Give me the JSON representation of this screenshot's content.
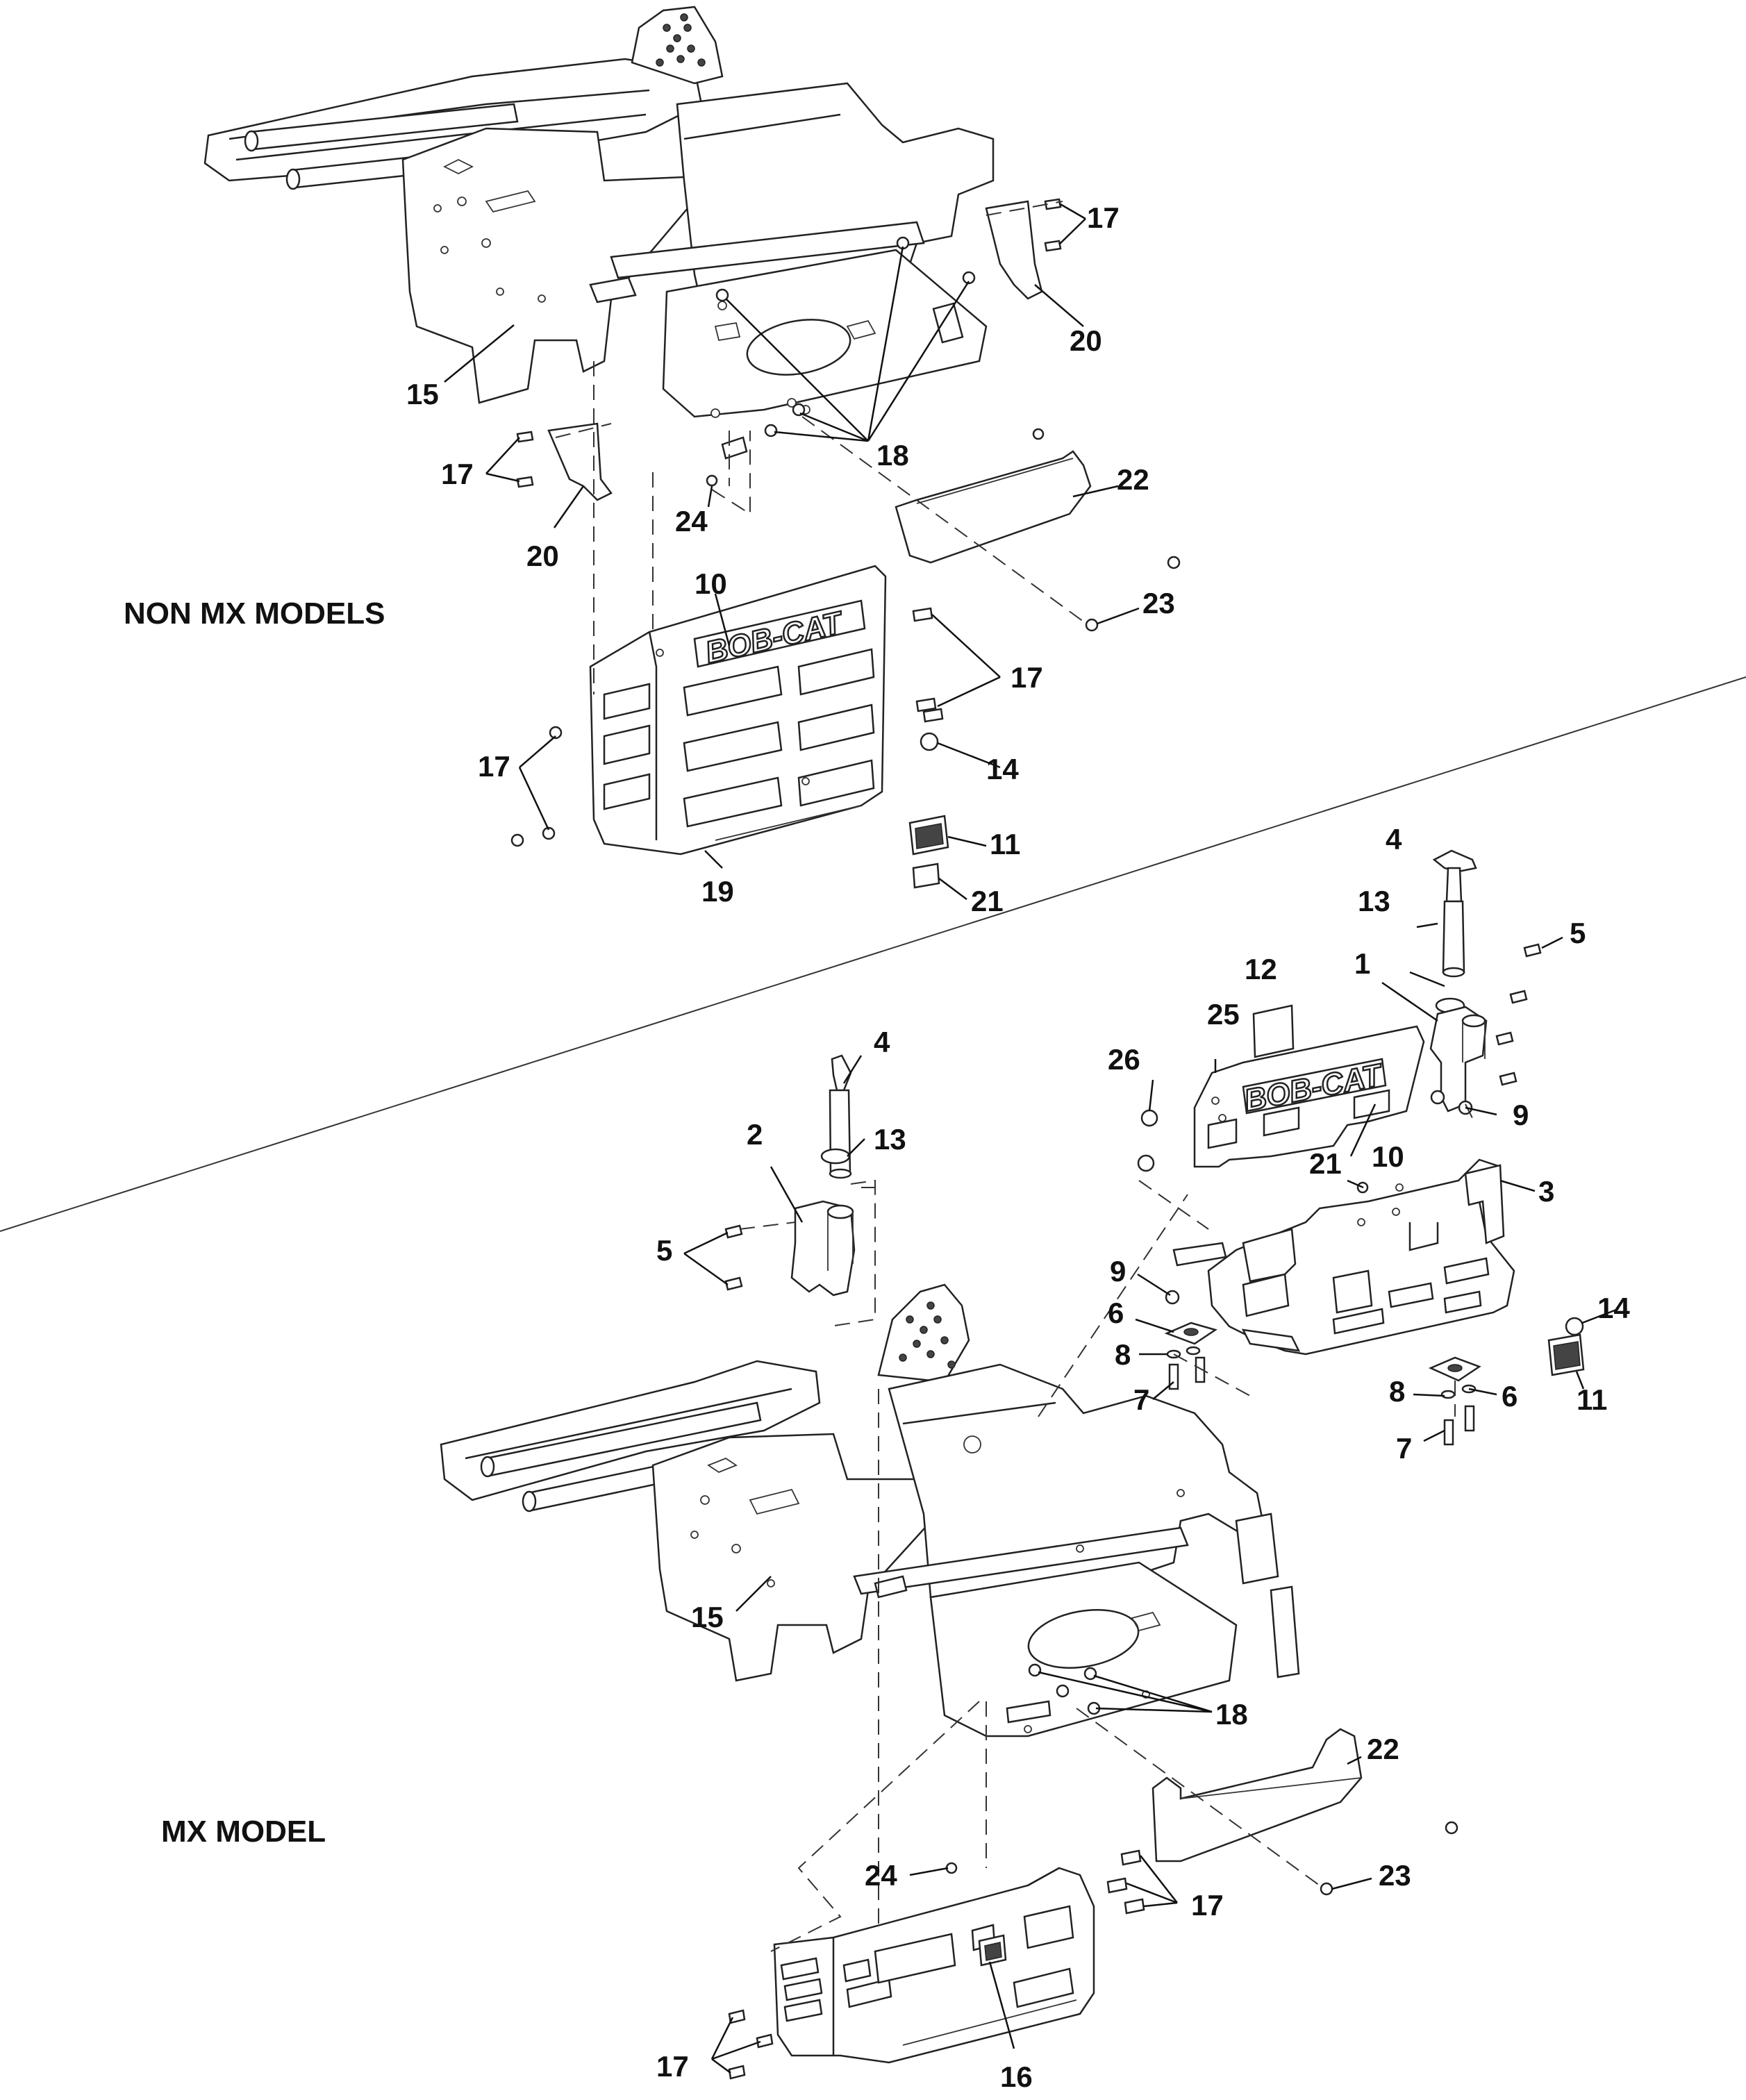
{
  "sections": {
    "non_mx": "NON MX MODELS",
    "mx": "MX MODEL"
  },
  "logo": "BOB-CAT",
  "callouts": {
    "nonmx_15": "15",
    "nonmx_17a": "17",
    "nonmx_20a": "20",
    "nonmx_18": "18",
    "nonmx_17b": "17",
    "nonmx_20b": "20",
    "nonmx_24": "24",
    "nonmx_22": "22",
    "nonmx_23": "23",
    "nonmx_10": "10",
    "nonmx_17c": "17",
    "nonmx_17d": "17",
    "nonmx_14": "14",
    "nonmx_11": "11",
    "nonmx_19": "19",
    "nonmx_21": "21",
    "mx_4a": "4",
    "mx_13a": "13",
    "mx_5a": "5",
    "mx_1": "1",
    "mx_12": "12",
    "mx_25": "25",
    "mx_26": "26",
    "mx_9a": "9",
    "mx_10": "10",
    "mx_21": "21",
    "mx_3": "3",
    "mx_4b": "4",
    "mx_2": "2",
    "mx_13b": "13",
    "mx_5b": "5",
    "mx_9b": "9",
    "mx_6a": "6",
    "mx_8a": "8",
    "mx_7a": "7",
    "mx_14": "14",
    "mx_8b": "8",
    "mx_6b": "6",
    "mx_11": "11",
    "mx_7b": "7",
    "mx_15": "15",
    "mx_18": "18",
    "mx_22": "22",
    "mx_23": "23",
    "mx_24": "24",
    "mx_17a": "17",
    "mx_17b": "17",
    "mx_16": "16"
  }
}
